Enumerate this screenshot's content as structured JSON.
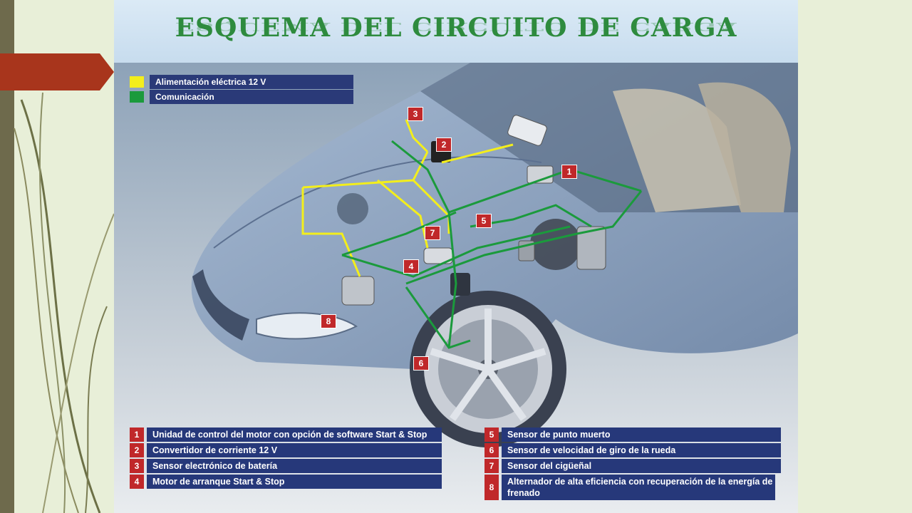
{
  "title": "Esquema del circuito de carga",
  "legend": [
    {
      "label": "Alimentación eléctrica 12 V",
      "color": "#f3ee1c"
    },
    {
      "label": "Comunicación",
      "color": "#1b9a3c"
    }
  ],
  "components": [
    {
      "num": "1",
      "label": "Unidad de control del motor con opción de software Start & Stop"
    },
    {
      "num": "2",
      "label": "Convertidor de corriente 12 V"
    },
    {
      "num": "3",
      "label": "Sensor electrónico de batería"
    },
    {
      "num": "4",
      "label": "Motor de arranque Start & Stop"
    },
    {
      "num": "5",
      "label": "Sensor de punto muerto"
    },
    {
      "num": "6",
      "label": "Sensor de velocidad de giro de la rueda"
    },
    {
      "num": "7",
      "label": "Sensor del cigüeñal"
    },
    {
      "num": "8",
      "label": "Alternador de alta eficiencia con recuperación de la energía de frenado"
    }
  ],
  "callouts": [
    "1",
    "2",
    "3",
    "4",
    "5",
    "6",
    "7",
    "8"
  ],
  "colors": {
    "wire_power": "#f3ee1c",
    "wire_comm": "#1b9a3c",
    "badge_red": "#c0282a",
    "label_blue": "#26387a",
    "title_green": "#2e8b3e"
  }
}
